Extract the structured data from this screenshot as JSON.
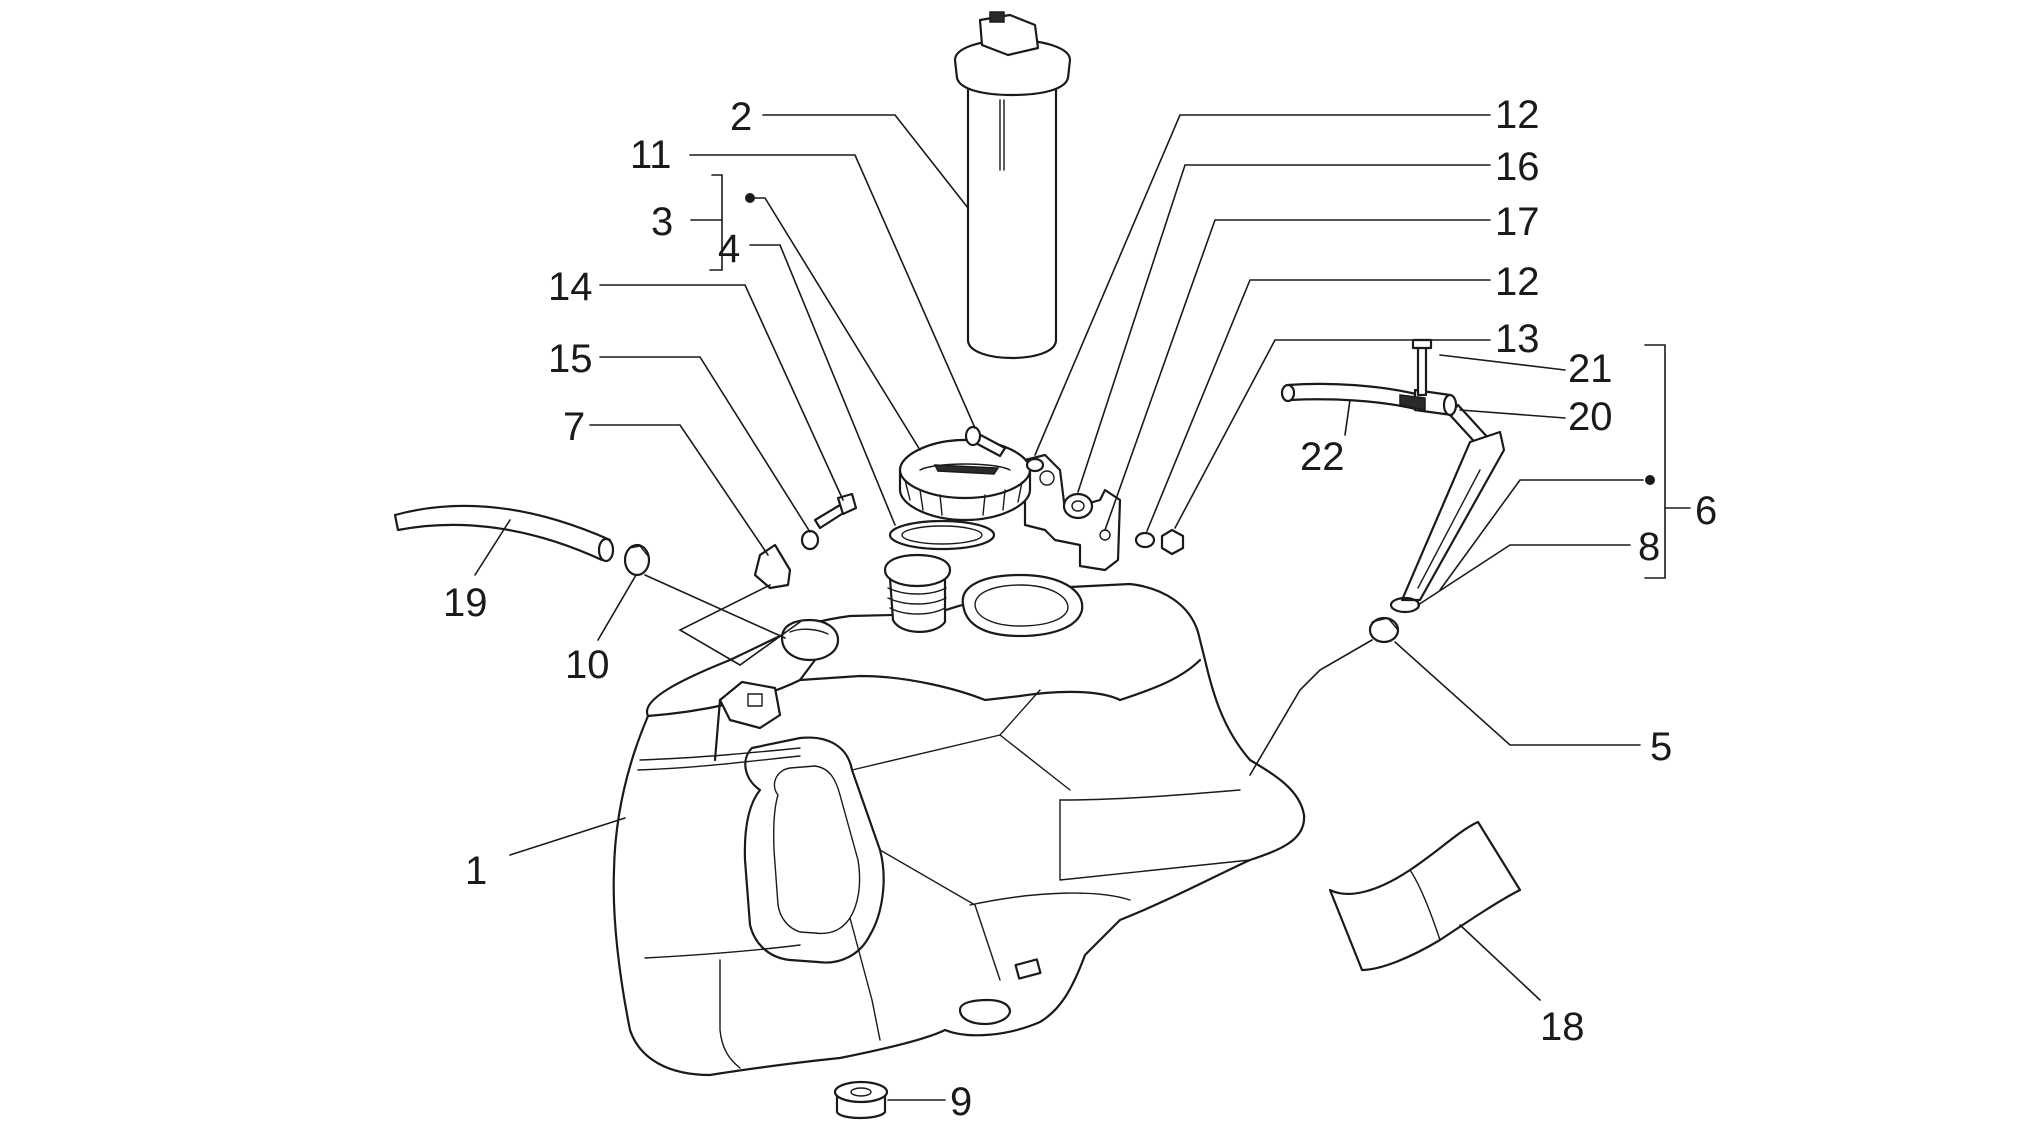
{
  "diagram": {
    "parts": [
      {
        "id": "p1",
        "number": "1",
        "name": "fuel-tank"
      },
      {
        "id": "p2",
        "number": "2",
        "name": "fuel-level-sender"
      },
      {
        "id": "p3",
        "number": "3",
        "name": "filler-cap-assembly"
      },
      {
        "id": "p4",
        "number": "4",
        "name": "cap-gasket"
      },
      {
        "id": "p5",
        "number": "5",
        "name": "hose-clamp"
      },
      {
        "id": "p6",
        "number": "6",
        "name": "tap-fitting-assembly"
      },
      {
        "id": "p7",
        "number": "7",
        "name": "bracket-clip"
      },
      {
        "id": "p8",
        "number": "8",
        "name": "o-ring"
      },
      {
        "id": "p9",
        "number": "9",
        "name": "rubber-grommet"
      },
      {
        "id": "p10",
        "number": "10",
        "name": "hose-clamp"
      },
      {
        "id": "p11",
        "number": "11",
        "name": "screw"
      },
      {
        "id": "p12a",
        "number": "12",
        "name": "washer"
      },
      {
        "id": "p12b",
        "number": "12",
        "name": "washer"
      },
      {
        "id": "p13",
        "number": "13",
        "name": "nut"
      },
      {
        "id": "p14",
        "number": "14",
        "name": "screw"
      },
      {
        "id": "p15",
        "number": "15",
        "name": "washer"
      },
      {
        "id": "p16",
        "number": "16",
        "name": "washer"
      },
      {
        "id": "p17",
        "number": "17",
        "name": "spacer"
      },
      {
        "id": "p18",
        "number": "18",
        "name": "protection-sheet"
      },
      {
        "id": "p19",
        "number": "19",
        "name": "breather-hose"
      },
      {
        "id": "p20",
        "number": "20",
        "name": "hose-fitting"
      },
      {
        "id": "p21",
        "number": "21",
        "name": "screw"
      },
      {
        "id": "p22",
        "number": "22",
        "name": "fuel-hose"
      }
    ]
  }
}
